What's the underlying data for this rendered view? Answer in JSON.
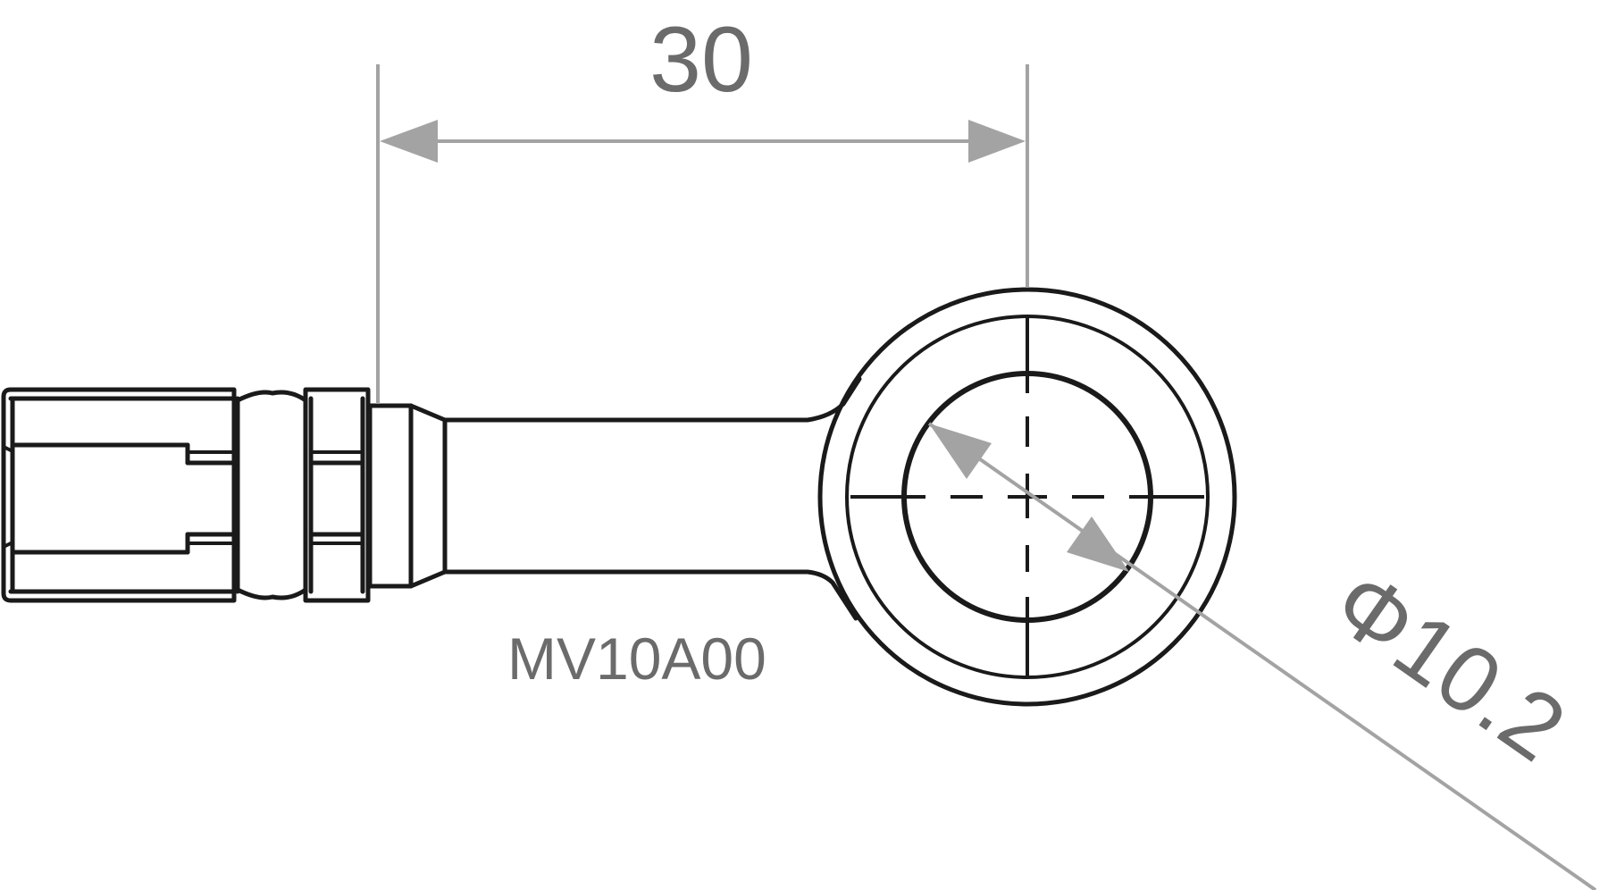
{
  "drawing": {
    "part_code": "MV10A00",
    "dimensions": {
      "length_label": "30",
      "diameter_label": "Φ10.2"
    },
    "colors": {
      "part_line": "#1a1a1a",
      "dimension_line": "#a3a3a3",
      "dimension_text": "#6b6b6b",
      "background": "#ffffff"
    }
  }
}
